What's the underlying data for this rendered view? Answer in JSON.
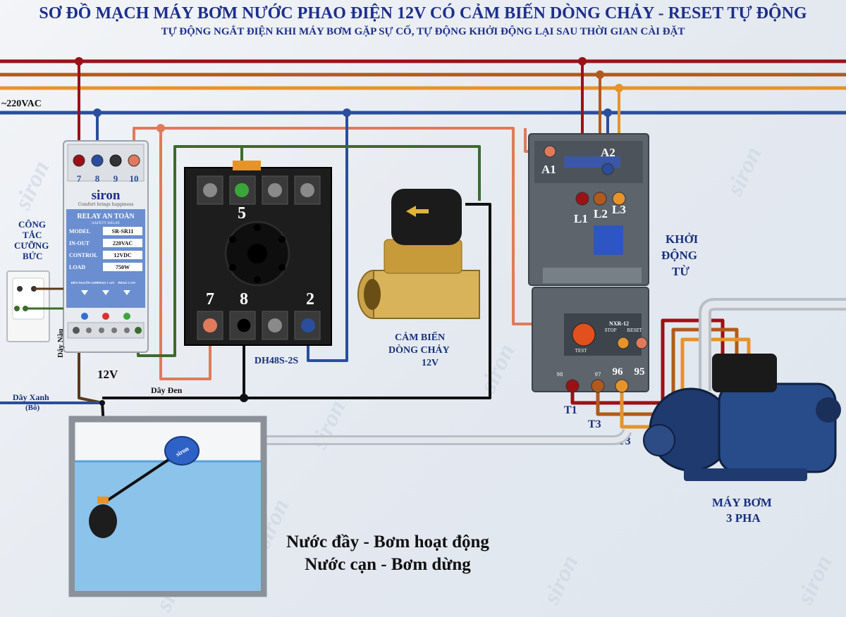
{
  "title": "SƠ ĐỒ MẠCH MÁY BƠM NƯỚC PHAO ĐIỆN 12V CÓ CẢM BIẾN DÒNG CHẢY - RESET TỰ ĐỘNG",
  "subtitle": "TỰ ĐỘNG NGẮT ĐIỆN KHI MÁY BƠM GẶP SỰ CỐ, TỰ ĐỘNG KHỞI ĐỘNG LẠI SAU THỜI GIAN CÀI ĐẶT",
  "supply_label": "~220VAC",
  "watermark": "siron",
  "relay": {
    "brand": "siron",
    "tagline": "Comfort brings happiness",
    "header": "RELAY AN TOÀN",
    "subheader": "SAFETY RELAY",
    "terminals": [
      "7",
      "8",
      "9",
      "10"
    ],
    "specs": [
      {
        "key": "MODEL",
        "value": "SR-SR11"
      },
      {
        "key": "IN-OUT",
        "value": "220VAC"
      },
      {
        "key": "CONTROL",
        "value": "12VDC"
      },
      {
        "key": "LOAD",
        "value": "750W"
      }
    ],
    "leds": [
      {
        "label": "ĐÈN NGUỒN 220V",
        "color": "#2f6fd6"
      },
      {
        "label": "PHAO 1 12V",
        "color": "#d8332a"
      },
      {
        "label": "PHAO 2 12V",
        "color": "#3aa63a"
      }
    ]
  },
  "switch_label": [
    "CÔNG",
    "TẮC",
    "CƯỠNG",
    "BỨC"
  ],
  "socket": {
    "model": "DH48S-2S",
    "top_pin": "5",
    "bottom_pins": [
      "7",
      "8",
      "2"
    ]
  },
  "sensor_label": [
    "CẢM BIẾN",
    "DÒNG CHẢY",
    "12V"
  ],
  "contactor": {
    "label": [
      "KHỞI",
      "ĐỘNG",
      "TỪ"
    ],
    "coil": [
      "A1",
      "A2"
    ],
    "lines": [
      "L1",
      "L2",
      "L3"
    ],
    "relay_model": "NXR-12",
    "relay_texts": [
      "TEST",
      "RESET",
      "STOP"
    ],
    "relay_pins": [
      "96",
      "95",
      "98",
      "97"
    ],
    "outputs": [
      "T1",
      "T3",
      "T3"
    ]
  },
  "wires": {
    "brown": "Dây Nâu",
    "blue": "Dây Xanh",
    "common": "(Bô)",
    "black": "Dây Đen",
    "voltage": "12V"
  },
  "pump_label": [
    "MÁY BƠM",
    "3 PHA"
  ],
  "float_text": "siron",
  "caption": [
    "Nước đầy - Bơm hoạt động",
    "Nước cạn - Bơm dừng"
  ],
  "colors": {
    "phase_red": "#9b1116",
    "phase_brown": "#b15a1e",
    "phase_orange": "#e6932a",
    "neutral_blue": "#2a4e9b",
    "salmon": "#e07a5b",
    "green": "#3d6b2c",
    "black": "#111111",
    "title_blue": "#1c2f8e"
  }
}
